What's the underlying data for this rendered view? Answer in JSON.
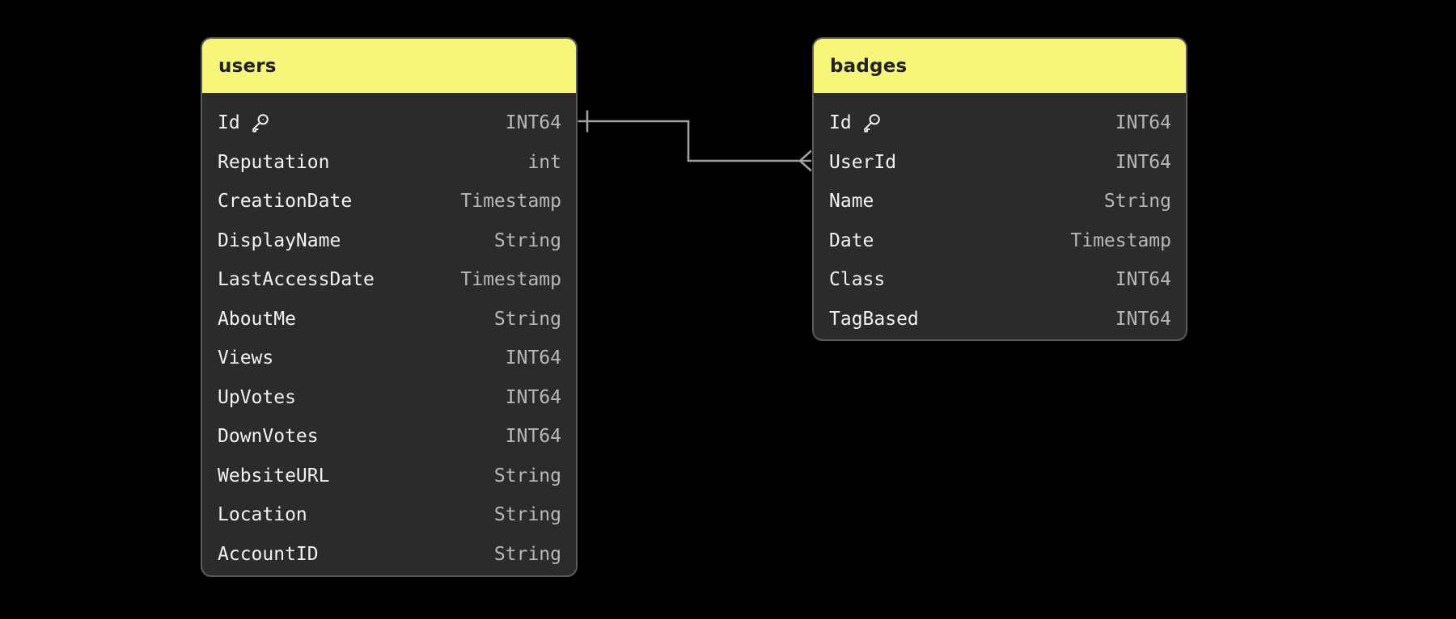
{
  "diagram": {
    "colors": {
      "background": "#000000",
      "header": "#f7f67a",
      "body": "#2b2b2c",
      "border": "#5b5b5b",
      "field_text": "#f2f2f2",
      "type_text": "#b8b8b8",
      "title_text": "#222222",
      "connector": "#a0a0a0"
    },
    "tables": [
      {
        "name": "users",
        "fields": [
          {
            "name": "Id",
            "type": "INT64",
            "key": true
          },
          {
            "name": "Reputation",
            "type": "int",
            "key": false
          },
          {
            "name": "CreationDate",
            "type": "Timestamp",
            "key": false
          },
          {
            "name": "DisplayName",
            "type": "String",
            "key": false
          },
          {
            "name": "LastAccessDate",
            "type": "Timestamp",
            "key": false
          },
          {
            "name": "AboutMe",
            "type": "String",
            "key": false
          },
          {
            "name": "Views",
            "type": "INT64",
            "key": false
          },
          {
            "name": "UpVotes",
            "type": "INT64",
            "key": false
          },
          {
            "name": "DownVotes",
            "type": "INT64",
            "key": false
          },
          {
            "name": "WebsiteURL",
            "type": "String",
            "key": false
          },
          {
            "name": "Location",
            "type": "String",
            "key": false
          },
          {
            "name": "AccountID",
            "type": "String",
            "key": false
          }
        ]
      },
      {
        "name": "badges",
        "fields": [
          {
            "name": "Id",
            "type": "INT64",
            "key": true
          },
          {
            "name": "UserId",
            "type": "INT64",
            "key": false
          },
          {
            "name": "Name",
            "type": "String",
            "key": false
          },
          {
            "name": "Date",
            "type": "Timestamp",
            "key": false
          },
          {
            "name": "Class",
            "type": "INT64",
            "key": false
          },
          {
            "name": "TagBased",
            "type": "INT64",
            "key": false
          }
        ]
      }
    ],
    "relationships": [
      {
        "from_table": "users",
        "from_field": "Id",
        "from_cardinality": "one",
        "to_table": "badges",
        "to_field": "UserId",
        "to_cardinality": "many"
      }
    ]
  }
}
